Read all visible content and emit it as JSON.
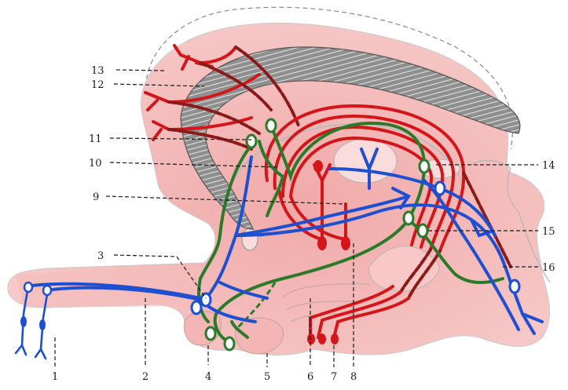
{
  "labels": {
    "l1": "1",
    "l2": "2",
    "l3": "3",
    "l4": "4",
    "l5": "5",
    "l6": "6",
    "l7": "7",
    "l8": "8",
    "l9": "9",
    "l10": "10",
    "l11": "11",
    "l12": "12",
    "l13": "13",
    "l14": "14",
    "l15": "15",
    "l16": "16"
  },
  "colors": {
    "tissue": "#f4b6b4",
    "corpus_callosum": "#8f8f8f",
    "pathway_red": "#d4161b",
    "pathway_dark_red": "#8b1a1a",
    "pathway_green": "#2a7a2a",
    "pathway_blue": "#1f4fd1"
  }
}
